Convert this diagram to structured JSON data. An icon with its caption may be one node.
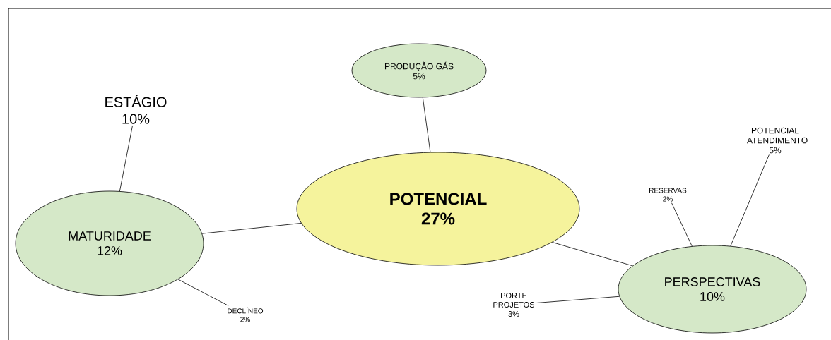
{
  "diagram": {
    "nodes": [
      {
        "text": [
          "PRODUÇÃO GÁS",
          "5%"
        ]
      },
      {
        "text": [
          "POTENCIAL",
          "27%"
        ]
      },
      {
        "text": [
          "ESTÁGIO",
          "10%"
        ]
      },
      {
        "text": [
          "MATURIDADE",
          "12%"
        ]
      },
      {
        "text": [
          "DECLÍNEO",
          "2%"
        ]
      },
      {
        "text": [
          "RESERVAS",
          "2%"
        ]
      },
      {
        "text": [
          "POTENCIAL ATENDIMENTO",
          "5%"
        ]
      },
      {
        "text": [
          "PERSPECTIVAS",
          "10%"
        ]
      },
      {
        "text": [
          "PORTE PROJETOS",
          "3%"
        ]
      }
    ],
    "edges": [
      {
        "from": 0,
        "to": 1,
        "arrow": "none"
      },
      {
        "from": 1,
        "to": 3,
        "arrow": "none"
      },
      {
        "from": 2,
        "to": 3,
        "arrow": "none"
      },
      {
        "from": 3,
        "to": 4,
        "arrow": "none"
      },
      {
        "from": 1,
        "to": 7,
        "arrow": "none"
      },
      {
        "from": 5,
        "to": 7,
        "arrow": "none"
      },
      {
        "from": 6,
        "to": 7,
        "arrow": "none"
      },
      {
        "from": 8,
        "to": 7,
        "arrow": "none"
      }
    ]
  }
}
